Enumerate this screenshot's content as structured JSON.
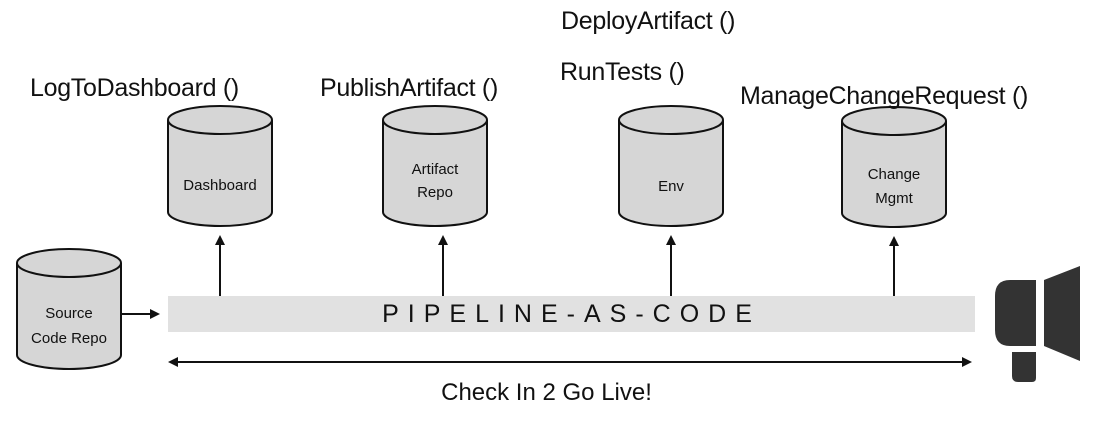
{
  "functions": {
    "log_to_dashboard": "LogToDashboard ()",
    "publish_artifact": "PublishArtifact ()",
    "deploy_artifact": "DeployArtifact ()",
    "run_tests": "RunTests ()",
    "manage_change_request": "ManageChangeRequest ()"
  },
  "cylinders": {
    "dashboard": [
      "Dashboard"
    ],
    "artifact_repo": [
      "Artifact",
      "Repo"
    ],
    "env": [
      "Env"
    ],
    "change_mgmt": [
      "Change",
      "Mgmt"
    ],
    "source_code_repo": [
      "Source",
      "Code Repo"
    ]
  },
  "pipeline_label": "PIPELINE-AS-CODE",
  "caption": "Check In 2 Go Live!",
  "colors": {
    "cylinder_fill": "#d6d6d6",
    "stroke": "#111111",
    "pipeline_bar": "#e1e1e1",
    "megaphone": "#333333"
  },
  "icons": {
    "megaphone": "megaphone-icon"
  }
}
